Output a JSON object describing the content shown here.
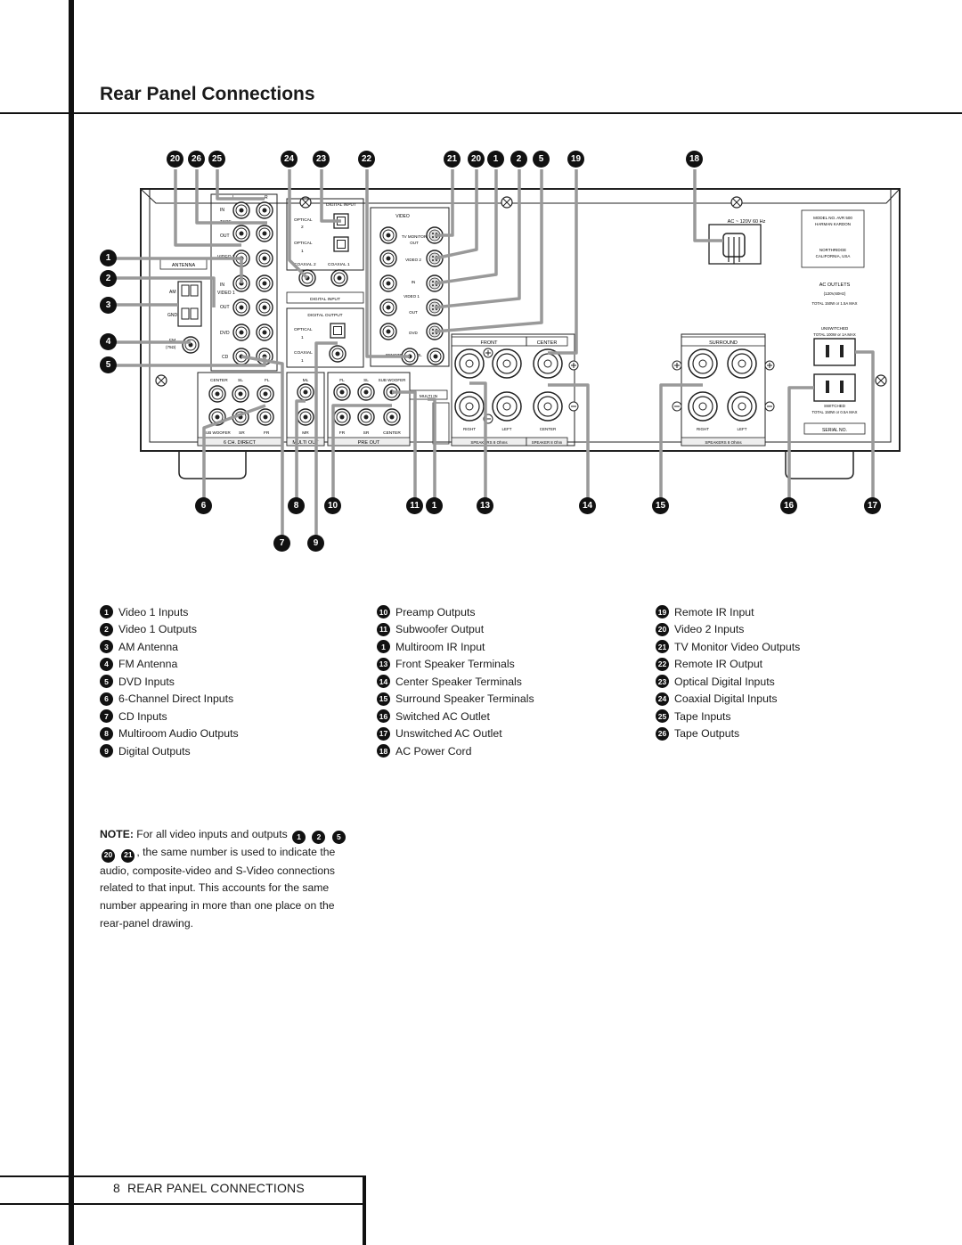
{
  "page": {
    "title": "Rear Panel Connections",
    "page_number": "8",
    "footer_label": "REAR PANEL CONNECTIONS"
  },
  "legend": {
    "col1": [
      {
        "num": "1",
        "label": "Video 1 Inputs"
      },
      {
        "num": "2",
        "label": "Video 1 Outputs"
      },
      {
        "num": "3",
        "label": "AM Antenna"
      },
      {
        "num": "4",
        "label": "FM Antenna"
      },
      {
        "num": "5",
        "label": "DVD Inputs"
      },
      {
        "num": "6",
        "label": "6-Channel Direct Inputs"
      },
      {
        "num": "7",
        "label": "CD Inputs"
      },
      {
        "num": "8",
        "label": "Multiroom Audio Outputs"
      },
      {
        "num": "9",
        "label": "Digital Outputs"
      }
    ],
    "col2": [
      {
        "num": "10",
        "label": "Preamp Outputs"
      },
      {
        "num": "11",
        "label": "Subwoofer Output"
      },
      {
        "num": "1",
        "label": "Multiroom IR Input"
      },
      {
        "num": "13",
        "label": "Front Speaker Terminals"
      },
      {
        "num": "14",
        "label": "Center Speaker Terminals"
      },
      {
        "num": "15",
        "label": "Surround Speaker Terminals"
      },
      {
        "num": "16",
        "label": "Switched AC Outlet"
      },
      {
        "num": "17",
        "label": "Unswitched AC Outlet"
      },
      {
        "num": "18",
        "label": "AC Power Cord"
      }
    ],
    "col3": [
      {
        "num": "19",
        "label": "Remote IR Input"
      },
      {
        "num": "20",
        "label": "Video 2 Inputs"
      },
      {
        "num": "21",
        "label": "TV Monitor Video Outputs"
      },
      {
        "num": "22",
        "label": "Remote IR Output"
      },
      {
        "num": "23",
        "label": "Optical Digital Inputs"
      },
      {
        "num": "24",
        "label": "Coaxial Digital Inputs"
      },
      {
        "num": "25",
        "label": "Tape Inputs"
      },
      {
        "num": "26",
        "label": "Tape Outputs"
      }
    ]
  },
  "note": {
    "lead": "NOTE:",
    "text1": " For all video inputs and outputs ",
    "nums_a": [
      "1",
      "2"
    ],
    "nums_b": [
      "5",
      "20",
      "21"
    ],
    "text2": ", the same number is used to indicate the audio, composite-video and S-Video connections related to that input. This accounts for the same number appearing in more than one place on the rear-panel drawing."
  },
  "diagram": {
    "top_callouts": [
      "20",
      "26",
      "25",
      "24",
      "23",
      "22",
      "21",
      "20",
      "1",
      "2",
      "5",
      "19",
      "18"
    ],
    "left_callouts": [
      "1",
      "2",
      "3",
      "4",
      "5"
    ],
    "bottom_callouts": [
      "6",
      "8",
      "10",
      "11",
      "1",
      "13",
      "14",
      "15",
      "16",
      "17"
    ],
    "bottom_callouts_row2": [
      "7",
      "9"
    ],
    "panel_labels": {
      "antenna": "ANTENNA",
      "am": "AM",
      "gnd": "GND",
      "fm": "FM",
      "fm_ohm": "(75Ω)",
      "tape": "TAPE",
      "in": "IN",
      "out": "OUT",
      "video2": "VIDEO 2",
      "video1": "VIDEO 1",
      "dvd": "DVD",
      "cd": "CD",
      "l": "L",
      "r": "R",
      "six_ch": "6 CH. DIRECT",
      "center": "CENTER",
      "sl": "SL",
      "fl": "FL",
      "sub": "SUB WOOFER",
      "sr": "SR",
      "fr": "FR",
      "digital_input": "DIGITAL INPUT",
      "optical": "OPTICAL",
      "coaxial": "COAXIAL",
      "coaxial2": "COAXIAL 2",
      "coaxial1": "COAXIAL 1",
      "digital_output": "DIGITAL OUTPUT",
      "one": "1",
      "two": "2",
      "ml": "ML",
      "mr": "MR",
      "multi_out": "MULTI OUT",
      "pre_out": "PRE OUT",
      "multi_in": "MULTI IN",
      "video": "VIDEO",
      "tv_monitor": "TV MONITOR",
      "s_video_in": "IN",
      "remote_control": "REMOTE CONTROL",
      "front": "FRONT",
      "center_sp": "CENTER",
      "surround": "SURROUND",
      "right": "RIGHT",
      "left": "LEFT",
      "spk_front": "SPEAKERS 8 Ohms",
      "spk_center": "SPEAKER 8 Ohm",
      "spk_sur": "SPEAKERS 8 Ohms",
      "ac": "AC ~ 120V 60 Hz",
      "model1": "MODEL NO. AVR 500",
      "model2": "HARMAN KARDON",
      "model3": "NORTHRIDGE",
      "model4": "CALIFORNIA, USA",
      "ac_outlets": "AC OUTLETS",
      "hz": "(120V,60Hz)",
      "total1": "TOTAL 150W or 1.5A MAX",
      "unswitched": "UNSWITCHED",
      "total2": "TOTAL 100W or 1A MAX",
      "switched": "SWITCHED",
      "total3": "TOTAL 150W or 0.5A MAX",
      "serial": "SERIAL NO."
    }
  }
}
